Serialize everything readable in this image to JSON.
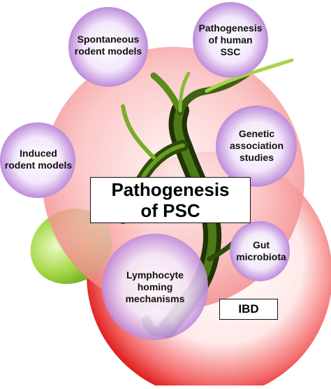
{
  "center_title": "Pathogenesis\nof PSC",
  "ibd_label": "IBD",
  "bubbles": {
    "spontaneous": "Spontaneous\nrodent models",
    "human": "Pathogenesis\nof human\nSSC",
    "induced": "Induced\nrodent models",
    "genetic": "Genetic\nassociation\nstudies",
    "gut": "Gut\nmicrobiota",
    "lymphocyte": "Lymphocyte\nhoming\nmechanisms"
  },
  "colors": {
    "psc_sphere": "#f4a2a2",
    "ibd_sphere": "#e81e1e",
    "bubble": "#c79be0",
    "gallbladder": "#8cc63f",
    "bile_duct": "#2e4a0c"
  }
}
